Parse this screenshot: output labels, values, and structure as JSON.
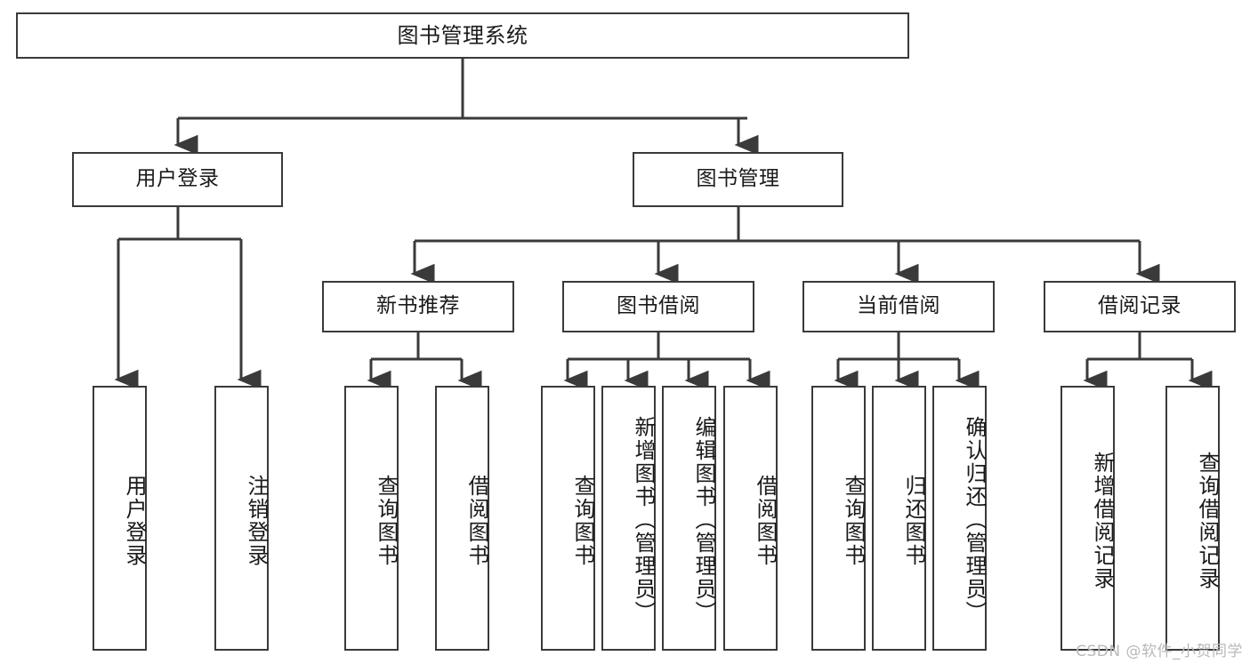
{
  "diagram": {
    "title": "图书管理系统",
    "type": "tree-hierarchy-diagram",
    "colors": {
      "box_border": "#3a3a3a",
      "box_fill": "#ffffff",
      "line": "#3a3a3a",
      "text": "#1a1a1a",
      "watermark": "#b9b9b9",
      "background": "#ffffff"
    },
    "root": {
      "label": "图书管理系统"
    },
    "level2": [
      {
        "label": "用户登录"
      },
      {
        "label": "图书管理"
      }
    ],
    "level3": [
      {
        "label": "新书推荐"
      },
      {
        "label": "图书借阅"
      },
      {
        "label": "当前借阅"
      },
      {
        "label": "借阅记录"
      }
    ],
    "leaves": {
      "user_login": [
        {
          "label": "用户登录"
        },
        {
          "label": "注销登录"
        }
      ],
      "new_book_recommend": [
        {
          "label": "查询图书"
        },
        {
          "label": "借阅图书"
        }
      ],
      "book_borrow": [
        {
          "label": "查询图书"
        },
        {
          "label": "新增图书（管理员）"
        },
        {
          "label": "编辑图书（管理员）"
        },
        {
          "label": "借阅图书"
        }
      ],
      "current_borrow": [
        {
          "label": "查询图书"
        },
        {
          "label": "归还图书"
        },
        {
          "label": "确认归还（管理员）"
        }
      ],
      "borrow_records": [
        {
          "label": "新增借阅记录"
        },
        {
          "label": "查询借阅记录"
        }
      ]
    }
  },
  "watermark": {
    "text": "CSDN @软件_小贺同学"
  }
}
